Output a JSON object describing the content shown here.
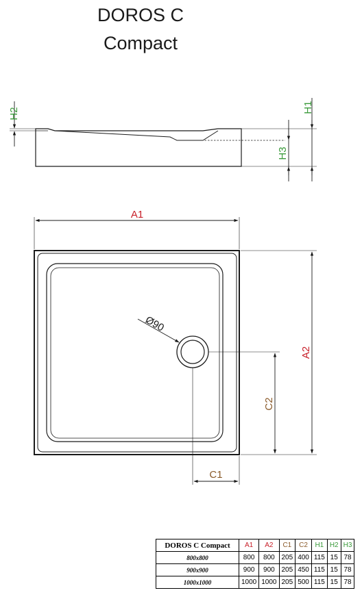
{
  "header": {
    "line1": "DOROS C",
    "line2": "Compact"
  },
  "dimension_labels": {
    "h1": "H1",
    "h2": "H2",
    "h3": "H3",
    "a1": "A1",
    "a2": "A2",
    "c1": "C1",
    "c2": "C2",
    "drain": "Ø90"
  },
  "colors": {
    "red": "#c8202a",
    "green": "#3a9a3a",
    "brown": "#8a5a2a",
    "line": "#1a1a1a"
  },
  "table": {
    "model": "DOROS C Compact",
    "headers": [
      {
        "label": "A1",
        "color": "#c8202a"
      },
      {
        "label": "A2",
        "color": "#c8202a"
      },
      {
        "label": "C1",
        "color": "#8a5a2a"
      },
      {
        "label": "C2",
        "color": "#8a5a2a"
      },
      {
        "label": "H1",
        "color": "#3a9a3a"
      },
      {
        "label": "H2",
        "color": "#3a9a3a"
      },
      {
        "label": "H3",
        "color": "#3a9a3a"
      }
    ],
    "rows": [
      {
        "size": "800x800",
        "values": [
          "800",
          "800",
          "205",
          "400",
          "115",
          "15",
          "78"
        ]
      },
      {
        "size": "900x900",
        "values": [
          "900",
          "900",
          "205",
          "450",
          "115",
          "15",
          "78"
        ]
      },
      {
        "size": "1000x1000",
        "values": [
          "1000",
          "1000",
          "205",
          "500",
          "115",
          "15",
          "78"
        ]
      }
    ]
  }
}
